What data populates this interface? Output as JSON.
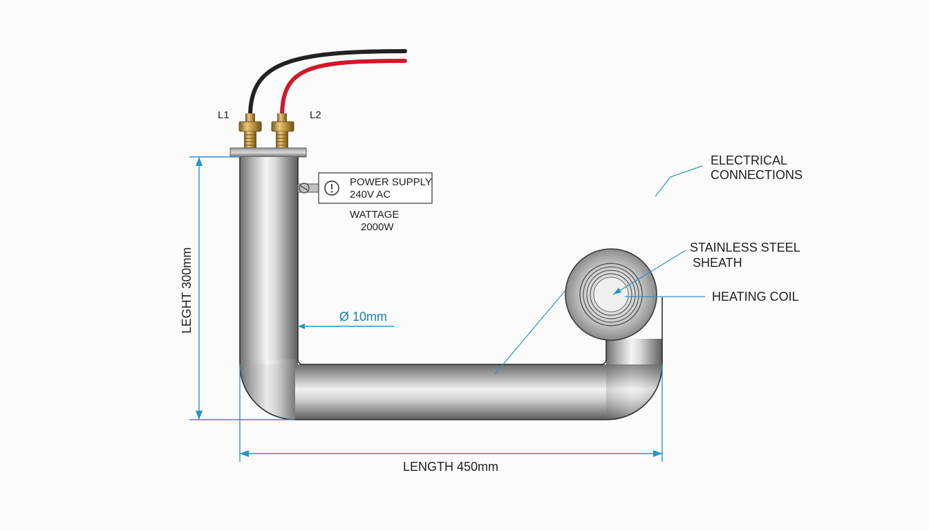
{
  "terminals": {
    "l1": "L1",
    "l2": "L2"
  },
  "power_box": {
    "line1": "POWER SUPPLY",
    "line2": "240V AC",
    "icon": "info-circle-icon"
  },
  "wattage": {
    "label": "WATTAGE",
    "value": "2000W"
  },
  "callouts": {
    "electrical_line1": "ELECTRICAL",
    "electrical_line2": "CONNECTIONS",
    "sheath_line1": "STAINLESS STEEL",
    "sheath_line2": "SHEATH",
    "heating_coil": "HEATING COIL"
  },
  "dimensions": {
    "diameter": "Ø 10mm",
    "height": "LEGHT 300mm",
    "length": "LENGTH 450mm"
  },
  "colors": {
    "dimension": "#2a93c4",
    "wire_red": "#d0192a",
    "wire_black": "#222222",
    "brass": "#b8893a"
  }
}
